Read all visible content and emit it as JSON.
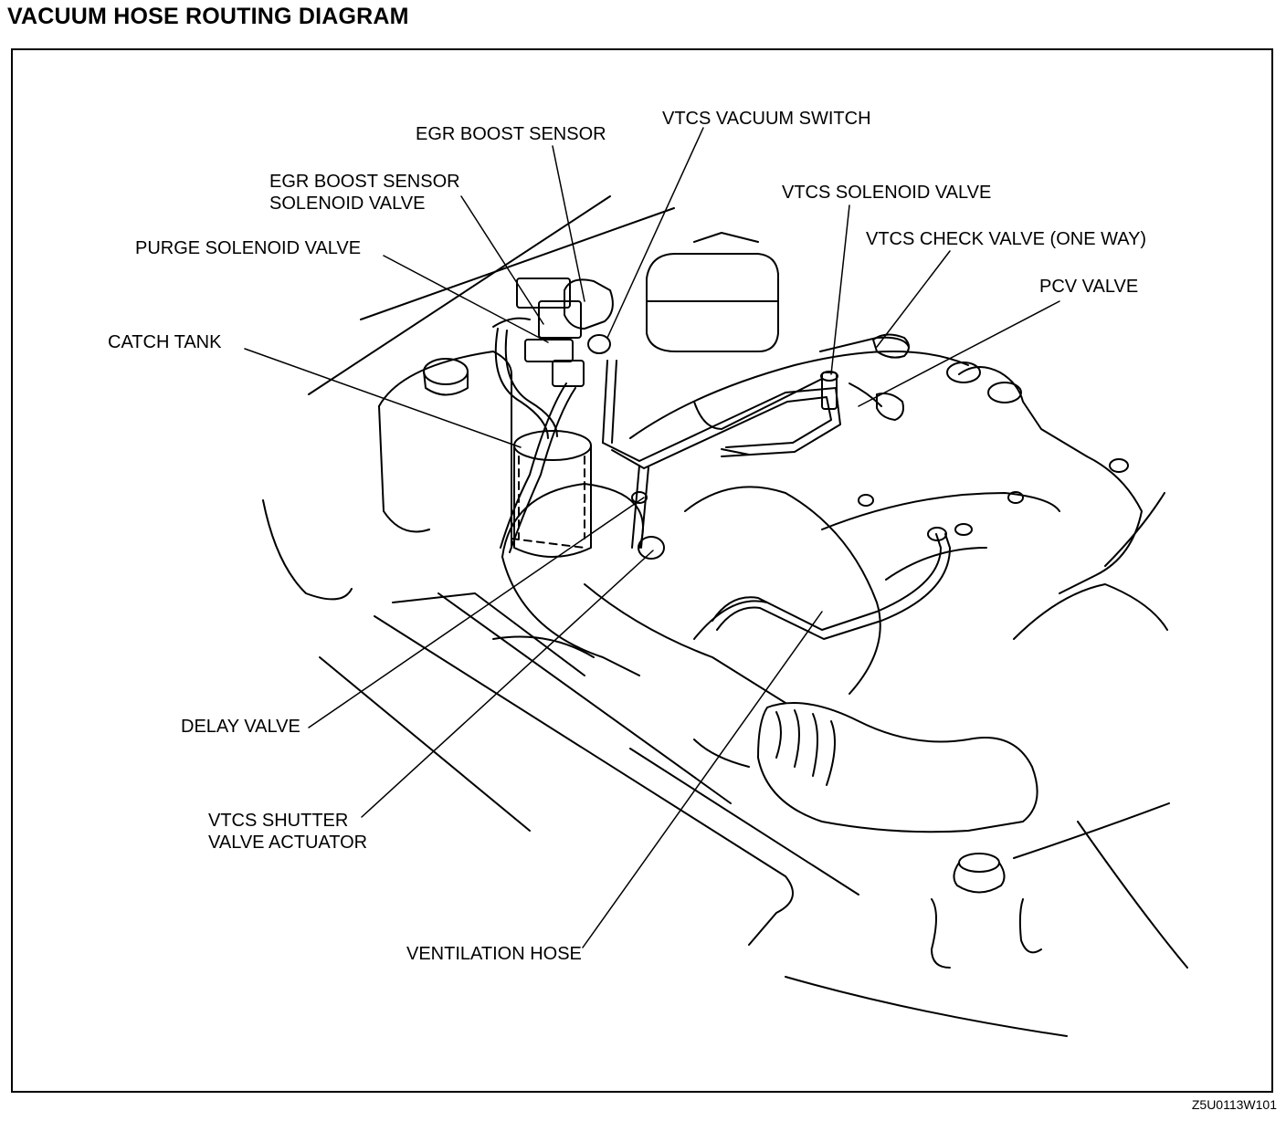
{
  "title": "VACUUM HOSE ROUTING DIAGRAM",
  "drawing_code": "Z5U0113W101",
  "labels": {
    "egr_boost_sensor": "EGR BOOST SENSOR",
    "vtcs_vacuum_switch": "VTCS VACUUM SWITCH",
    "egr_boost_sensor_solenoid_valve": [
      "EGR BOOST SENSOR",
      "SOLENOID VALVE"
    ],
    "vtcs_solenoid_valve": "VTCS SOLENOID VALVE",
    "purge_solenoid_valve": "PURGE SOLENOID VALVE",
    "vtcs_check_valve": "VTCS CHECK VALVE (ONE WAY)",
    "pcv_valve": "PCV VALVE",
    "catch_tank": "CATCH TANK",
    "delay_valve": "DELAY VALVE",
    "vtcs_shutter_valve_actuator": [
      "VTCS SHUTTER",
      "VALVE ACTUATOR"
    ],
    "ventilation_hose": "VENTILATION HOSE"
  }
}
